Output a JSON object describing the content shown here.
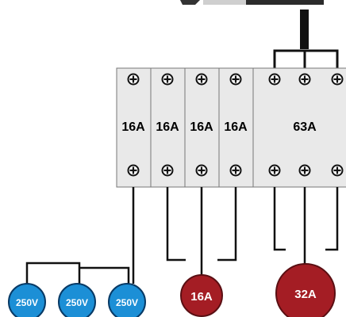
{
  "breakers": [
    {
      "rating": "16A"
    },
    {
      "rating": "16A"
    },
    {
      "rating": "16A"
    },
    {
      "rating": "16A"
    },
    {
      "rating": "63A"
    }
  ],
  "outlets": [
    {
      "label": "250V",
      "color": "#1c8fd6"
    },
    {
      "label": "250V",
      "color": "#1c8fd6"
    },
    {
      "label": "250V",
      "color": "#1c8fd6"
    },
    {
      "label": "16A",
      "color": "#a41d24"
    },
    {
      "label": "32A",
      "color": "#a41d24"
    }
  ],
  "colors": {
    "panel_fill": "#e9e9e9",
    "panel_stroke": "#777777",
    "wire": "#111111",
    "screw_icon": "screw-terminal-icon"
  }
}
